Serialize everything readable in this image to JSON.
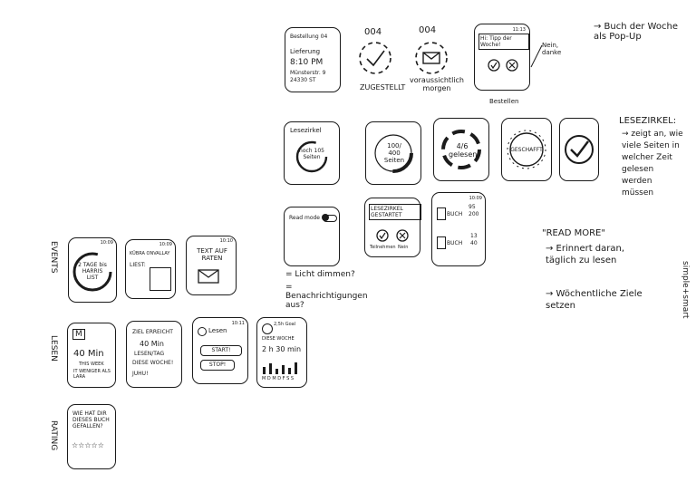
{
  "top_row": {
    "order": {
      "line1": "Bestellung 04",
      "line2": "Lieferung",
      "line3": "8:10 PM",
      "line4": "Münsterstr. 9",
      "line5": "24330 ST"
    },
    "delivered": {
      "number": "004",
      "label": "ZUGESTELLT"
    },
    "expected": {
      "number": "004",
      "label": "voraussichtlich morgen"
    },
    "tip": {
      "time": "11:13",
      "text": "Hi: Tipp der Woche!",
      "no_label": "Nein, danke",
      "yes_label": "Bestellen"
    },
    "note": "→ Buch der Woche als Pop-Up"
  },
  "lesezirkel_row": {
    "w1": {
      "title": "Lesezirkel",
      "text": "noch 105 Seiten"
    },
    "w2": {
      "text": "100/ 400 Seiten"
    },
    "w3": {
      "text": "4/6 gelesen"
    },
    "w4": {
      "text": "GESCHAFFT"
    },
    "note_title": "LESEZIRKEL:",
    "note_body": "→ zeigt an, wie viele Seiten in welcher Zeit gelesen werden müssen"
  },
  "readmode_row": {
    "w1": {
      "title": "Read mode"
    },
    "w2": {
      "title": "LESEZIRKEL GESTARTET",
      "btn1": "Teilnehmen",
      "btn2": "Nein"
    },
    "w3": {
      "time": "10:09",
      "book1": "BUCH",
      "pages1a": "95",
      "pages1b": "200",
      "book2": "BUCH",
      "pages2a": "13",
      "pages2b": "40"
    },
    "bullets": [
      "= Licht dimmen?",
      "= Benachrichtigungen aus?"
    ]
  },
  "read_more": {
    "title": "\"READ MORE\"",
    "b1": "→ Erinnert daran, täglich zu lesen",
    "b2": "→ Wöchentliche Ziele setzen",
    "side_note": "simple+smart"
  },
  "events_row": {
    "label": "EVENTS",
    "w1": {
      "time": "10:09",
      "text": "2 TAGE bis HARRIS LIST"
    },
    "w2": {
      "time": "10:09",
      "title": "KÜBRA ONVALLAY",
      "sub": "LIEST:"
    },
    "w3": {
      "time": "10:10",
      "text": "TEXT AUF RATEN"
    }
  },
  "lesen_row": {
    "label": "LESEN",
    "w1": {
      "m": "M",
      "big": "40 Min",
      "sub1": "THIS WEEK",
      "sub2": "IT WENIGER ALS LARA"
    },
    "w2": {
      "l1": "ZIEL ERREICHT",
      "l2": "40 Min",
      "l3": "LESEN/TAG",
      "l4": "DIESE WOCHE!",
      "l5": "JUHU!"
    },
    "w3": {
      "time": "10:11",
      "title": "Lesen",
      "start": "START!",
      "stop": "STOP!"
    },
    "w4": {
      "goal": "2,5h Goal",
      "l1": "DIESE WOCHE",
      "l2": "2 h 30 min",
      "days": "M D M D F S S"
    }
  },
  "rating_row": {
    "label": "RATING",
    "w1": {
      "text": "WIE HAT DIR DIESES BUCH GEFALLEN?",
      "stars": "☆☆☆☆☆"
    }
  }
}
